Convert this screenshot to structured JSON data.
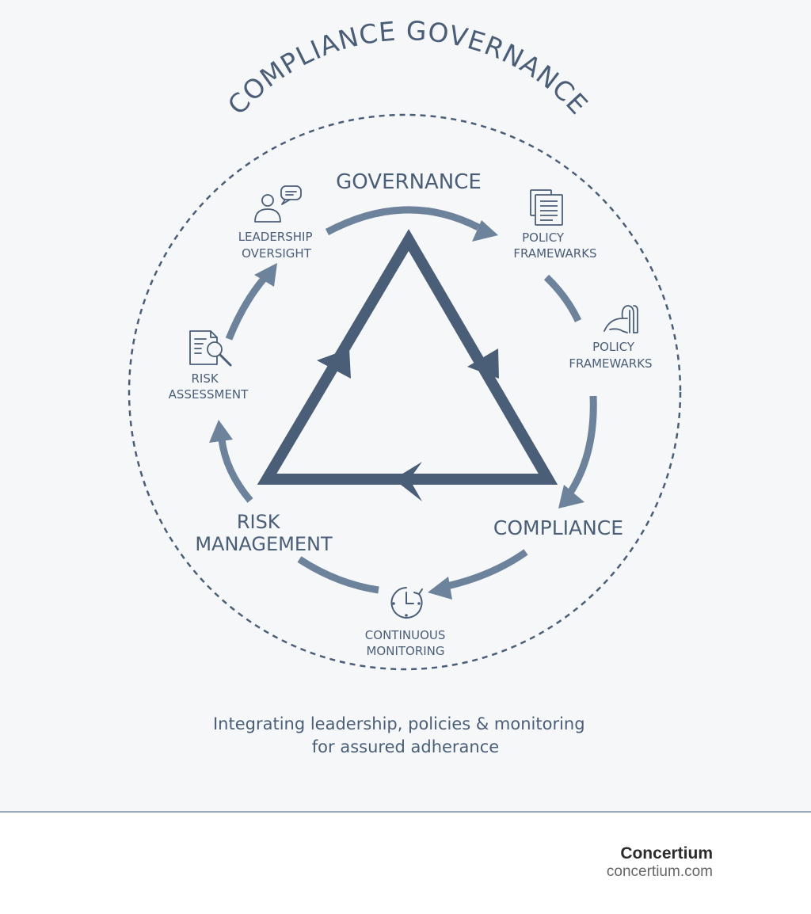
{
  "diagram": {
    "title": "COMPLIANCE GOVERNANCE",
    "pillars": {
      "governance": "GOVERNANCE",
      "compliance": "COMPLIANCE",
      "risk_management": [
        "RISK",
        "MANAGEMENT"
      ]
    },
    "cycle_steps": {
      "leadership": [
        "LEADERSHIP",
        "OVERSIGHT"
      ],
      "policy_top": [
        "POLICY",
        "FRAMEWARKS"
      ],
      "policy_right": [
        "POLICY",
        "FRAMEWARKS"
      ],
      "monitoring": [
        "CONTINUOUS",
        "MONITORING"
      ],
      "risk_assessment": [
        "RISK",
        "ASSESSMENT"
      ]
    },
    "icons": {
      "leadership": "leadership-chat-icon",
      "policy_top": "document-stack-icon",
      "policy_right": "hand-gesture-icon",
      "monitoring": "clock-icon",
      "risk_assessment": "document-search-icon"
    },
    "caption": [
      "Integrating leadership, policies & monitoring",
      "for assured adherance"
    ]
  },
  "footer": {
    "brand": "Concertium",
    "url": "concertium.com"
  },
  "colors": {
    "primary": "#4a5e78",
    "arrow": "#6d829b",
    "background": "#f6f7f8",
    "divider": "#9aaabb"
  }
}
